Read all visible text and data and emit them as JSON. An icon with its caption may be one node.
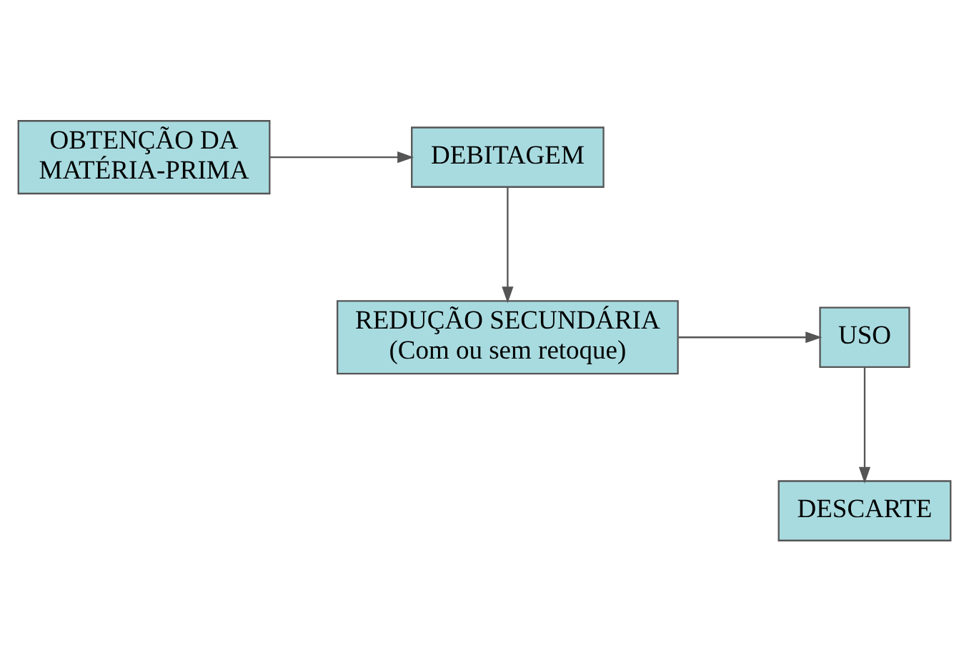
{
  "diagram": {
    "nodes": [
      {
        "text": [
          "OBTENÇÃO DA MATÉRIA-PRIMA"
        ]
      },
      {
        "text": [
          "DEBITAGEM"
        ]
      },
      {
        "text": [
          "REDUÇÃO SECUNDÁRIA",
          "(Com ou sem retoque)"
        ]
      },
      {
        "text": [
          "USO"
        ]
      },
      {
        "text": [
          "DESCARTE"
        ]
      }
    ],
    "edges": [
      {
        "from": 0,
        "to": 1,
        "arrow": "to"
      },
      {
        "from": 1,
        "to": 2,
        "arrow": "to"
      },
      {
        "from": 2,
        "to": 3,
        "arrow": "to"
      },
      {
        "from": 3,
        "to": 4,
        "arrow": "to"
      }
    ]
  }
}
